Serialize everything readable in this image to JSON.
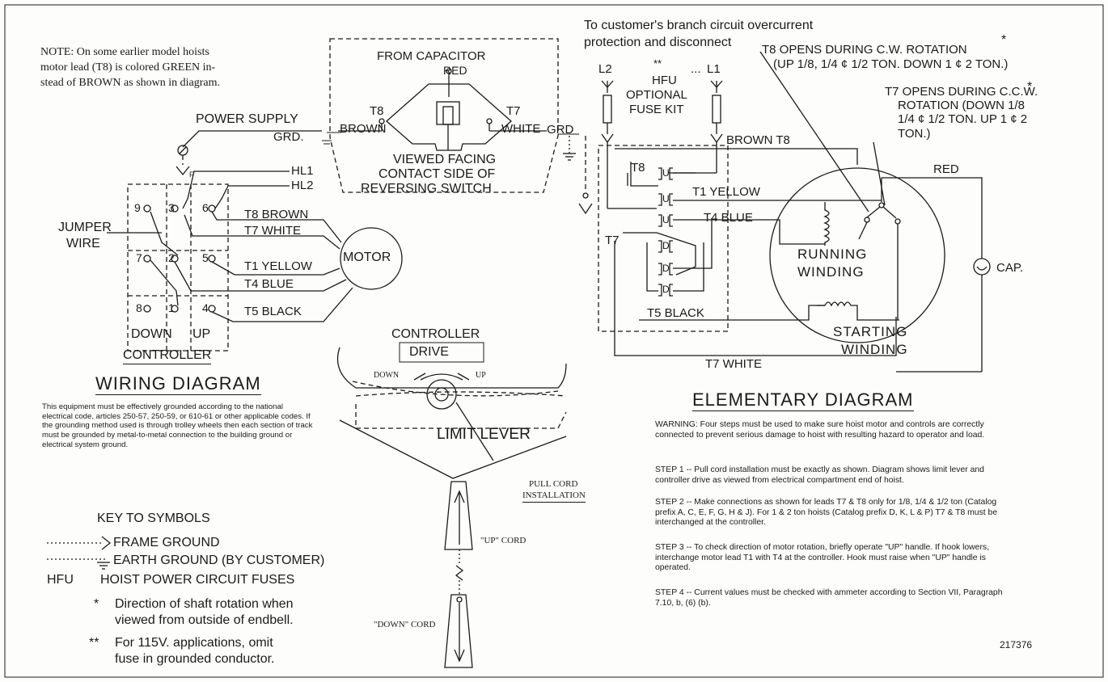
{
  "top_text": {
    "branch_circuit_l1": "To customer's branch circuit overcurrent",
    "branch_circuit_l2": "protection and disconnect",
    "t8_opens_l1": "T8 OPENS DURING C.W. ROTATION",
    "t8_opens_l2": "(UP 1/8, 1/4 ¢ 1/2 TON. DOWN 1 ¢ 2 TON.)",
    "t7_opens_l1": "T7 OPENS DURING C.C.W.",
    "t7_opens_l2": "ROTATION (DOWN 1/8",
    "t7_opens_l3": "1/4 ¢ 1/2 TON. UP 1 ¢ 2",
    "t7_opens_l4": "TON.)",
    "asterisk": "*",
    "double_asterisk": "**"
  },
  "note": {
    "l1": "NOTE: On some earlier model hoists",
    "l2": "motor lead (T8) is colored GREEN in-",
    "l3": "stead of BROWN as shown in diagram."
  },
  "capacitor_box": {
    "title": "FROM CAPACITOR",
    "red": "RED",
    "t8": "T8",
    "t7": "T7",
    "brown": "BROWN",
    "white": "WHITE",
    "viewed_l1": "VIEWED FACING",
    "viewed_l2": "CONTACT SIDE OF",
    "viewed_l3": "REVERSING SWITCH"
  },
  "wiring": {
    "power_supply": "POWER SUPPLY",
    "grd": "GRD.",
    "grd2": "GRD",
    "f_mark": "F",
    "hl1": "HL1",
    "hl2": "HL2",
    "jumper_l1": "JUMPER",
    "jumper_l2": "WIRE",
    "terminals": [
      "9",
      "3",
      "6",
      "7",
      "2",
      "5",
      "8",
      "1",
      "4"
    ],
    "lead_t8": "T8 BROWN",
    "lead_t7": "T7 WHITE",
    "lead_t1": "T1 YELLOW",
    "lead_t4": "T4 BLUE",
    "lead_t5": "T5 BLACK",
    "motor": "MOTOR",
    "down": "DOWN",
    "up": "UP",
    "controller": "CONTROLLER",
    "title": "WIRING DIAGRAM"
  },
  "grounding_paragraph": "This equipment must be effectively grounded according to the national electrical code, articles 250-57, 250-59, or 610-61 or other applicable codes. If the grounding method used is through trolley wheels then each section of track must be grounded by metal-to-metal connection to the building ground or electrical system ground.",
  "key": {
    "title": "KEY TO SYMBOLS",
    "frame_ground": "FRAME GROUND",
    "earth_ground": "EARTH GROUND (BY CUSTOMER)",
    "hfu": "HFU",
    "hfu_desc": "HOIST POWER CIRCUIT FUSES",
    "star": "*",
    "star_l1": "Direction of shaft rotation when",
    "star_l2": "viewed from outside of endbell.",
    "dstar": "**",
    "dstar_l1": "For 115V. applications, omit",
    "dstar_l2": "fuse in grounded conductor."
  },
  "controller_drive": {
    "controller": "CONTROLLER",
    "drive": "DRIVE",
    "down": "DOWN",
    "up": "UP",
    "limit_lever": "LIMIT LEVER",
    "pull_cord_l1": "PULL CORD",
    "pull_cord_l2": "INSTALLATION",
    "up_cord": "\"UP\" CORD",
    "down_cord": "\"DOWN\" CORD"
  },
  "elementary": {
    "l2": "L2",
    "l1": "L1",
    "dots": "...",
    "hfu": "HFU",
    "optional": "OPTIONAL",
    "fuse_kit": "FUSE KIT",
    "brown_t8": "BROWN T8",
    "t8": "T8",
    "t7": "T7",
    "u": "U",
    "d": "D",
    "t1_yellow": "T1 YELLOW",
    "t4_blue": "T4 BLUE",
    "t5_black": "T5 BLACK",
    "t7_white": "T7 WHITE",
    "red": "RED",
    "cap": "CAP.",
    "running_l1": "RUNNING",
    "running_l2": "WINDING",
    "starting_l1": "STARTING",
    "starting_l2": "WINDING",
    "title": "ELEMENTARY DIAGRAM"
  },
  "warning": {
    "intro": "WARNING: Four steps must be used to make sure hoist motor and controls are correctly connected to prevent serious damage to hoist with resulting hazard to operator and load.",
    "step1": "STEP 1 -- Pull cord installation must be exactly as shown. Diagram shows limit lever and controller drive as viewed from electrical compartment end of hoist.",
    "step2": "STEP 2 -- Make connections as shown for leads T7 & T8 only for 1/8, 1/4 & 1/2 ton (Catalog prefix A, C, E, F, G, H & J). For 1 & 2 ton hoists (Catalog prefix D, K, L & P) T7 & T8 must be interchanged at the controller.",
    "step3": "STEP 3 -- To check direction of motor rotation, briefly operate \"UP\" handle. If hook lowers, interchange motor lead T1 with T4 at the controller. Hook must raise when \"UP\" handle is operated.",
    "step4": "STEP 4 -- Current values must be checked with ammeter according to Section VII, Paragraph 7.10, b, (6) (b)."
  },
  "part_number": "217376"
}
